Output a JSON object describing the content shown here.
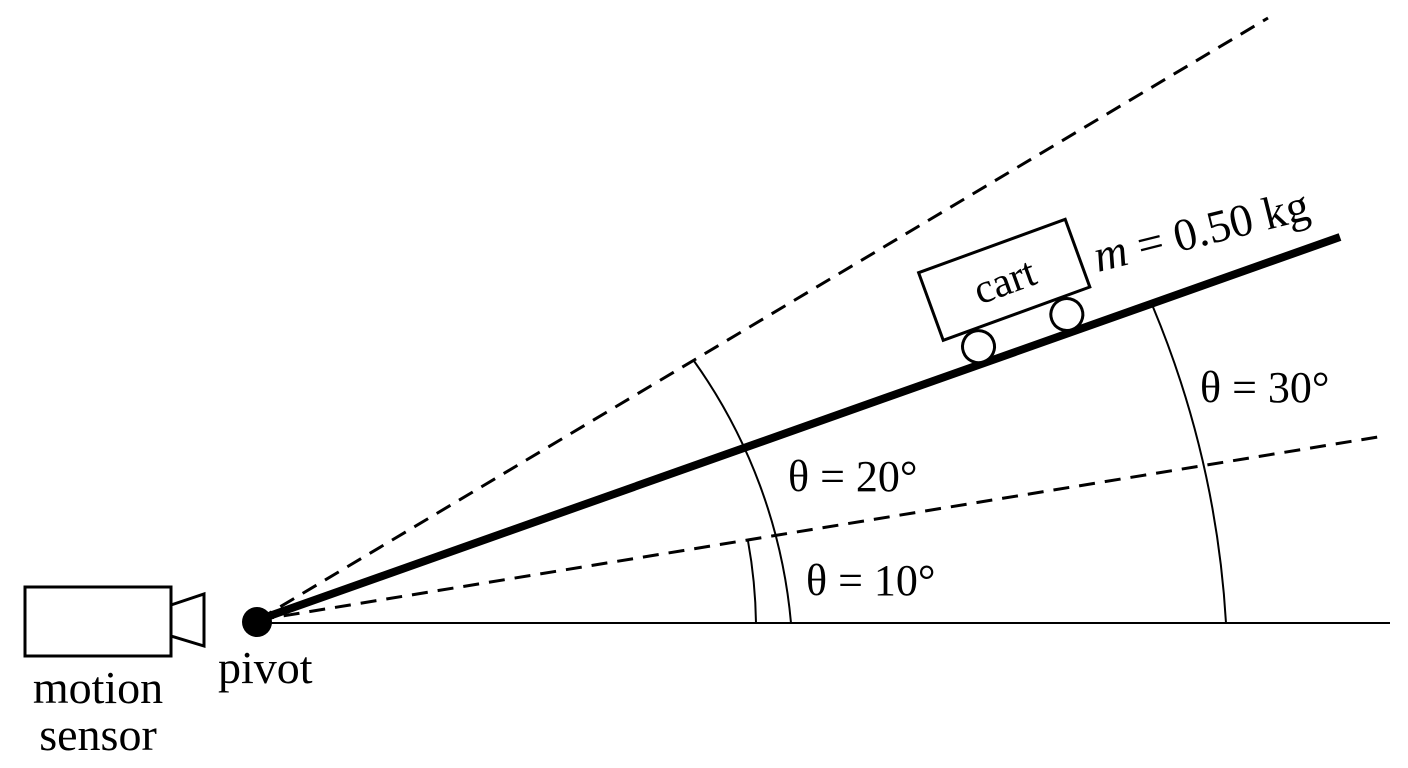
{
  "labels": {
    "sensor_line1": "motion",
    "sensor_line2": "sensor",
    "pivot": "pivot",
    "cart": "cart",
    "mass_symbol": "m",
    "mass_value": " = 0.50 kg",
    "angle_10": "θ = 10°",
    "angle_20": "θ = 20°",
    "angle_30": "θ = 30°"
  },
  "angles_deg": [
    10,
    20,
    30
  ],
  "colors": {
    "ink": "#000000",
    "background": "#ffffff"
  }
}
